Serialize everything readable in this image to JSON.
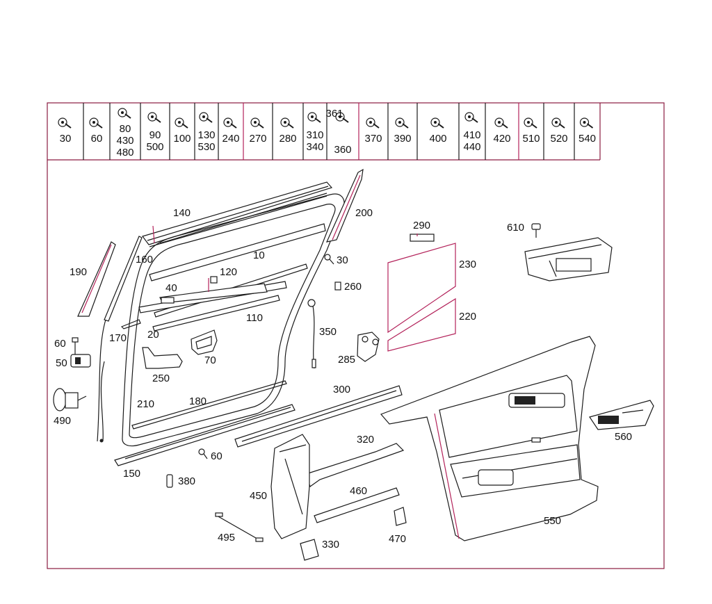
{
  "header_cells": [
    {
      "lines": [
        "30"
      ]
    },
    {
      "lines": [
        "60"
      ]
    },
    {
      "lines": [
        "80",
        "430",
        "480"
      ]
    },
    {
      "lines": [
        "90",
        "500"
      ]
    },
    {
      "lines": [
        "100"
      ]
    },
    {
      "lines": [
        "130",
        "530"
      ]
    },
    {
      "lines": [
        "240"
      ]
    },
    {
      "lines": [
        "270"
      ]
    },
    {
      "lines": [
        "280"
      ]
    },
    {
      "lines": [
        "310",
        "340"
      ]
    },
    {
      "lines": [
        "361",
        "360"
      ]
    },
    {
      "lines": [
        "370"
      ]
    },
    {
      "lines": [
        "390"
      ]
    },
    {
      "lines": [
        "400"
      ]
    },
    {
      "lines": [
        "410",
        "440"
      ]
    },
    {
      "lines": [
        "420"
      ]
    },
    {
      "lines": [
        "510"
      ]
    },
    {
      "lines": [
        "520"
      ]
    },
    {
      "lines": [
        "540"
      ]
    }
  ],
  "callouts": {
    "c10": "10",
    "c20": "20",
    "c30": "30",
    "c40": "40",
    "c50": "50",
    "c60a": "60",
    "c60b": "60",
    "c70": "70",
    "c110": "110",
    "c120": "120",
    "c140": "140",
    "c150": "150",
    "c160": "160",
    "c170": "170",
    "c180": "180",
    "c190": "190",
    "c200": "200",
    "c210": "210",
    "c220": "220",
    "c230": "230",
    "c250": "250",
    "c260": "260",
    "c285": "285",
    "c290": "290",
    "c300": "300",
    "c320": "320",
    "c330": "330",
    "c350": "350",
    "c380": "380",
    "c450": "450",
    "c460": "460",
    "c470": "470",
    "c490": "490",
    "c495": "495",
    "c550": "550",
    "c560": "560",
    "c610": "610"
  },
  "colors": {
    "accent": "#b3225a",
    "line": "#1a1a1a"
  }
}
